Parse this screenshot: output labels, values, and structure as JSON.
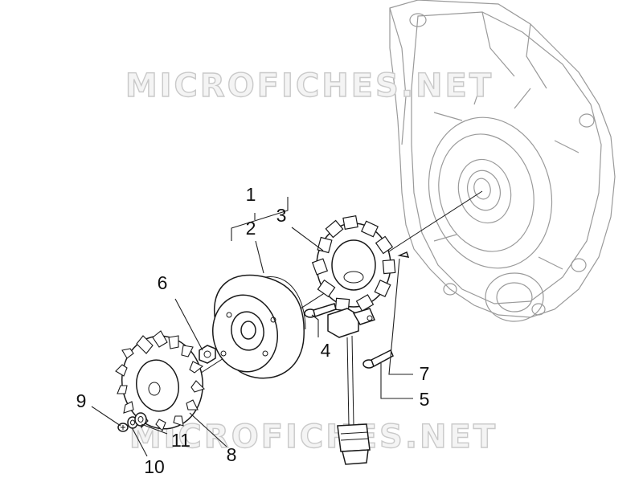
{
  "watermark": {
    "text": "MICROFICHES.NET"
  },
  "callouts": {
    "c1": "1",
    "c2": "2",
    "c3": "3",
    "c4": "4",
    "c5": "5",
    "c6": "6",
    "c7": "7",
    "c8": "8",
    "c9": "9",
    "c10": "10",
    "c11": "11"
  },
  "colors": {
    "ink": "#111111",
    "watermark_stroke": "#c9c9c9",
    "background_part": "#9a9a9a"
  }
}
